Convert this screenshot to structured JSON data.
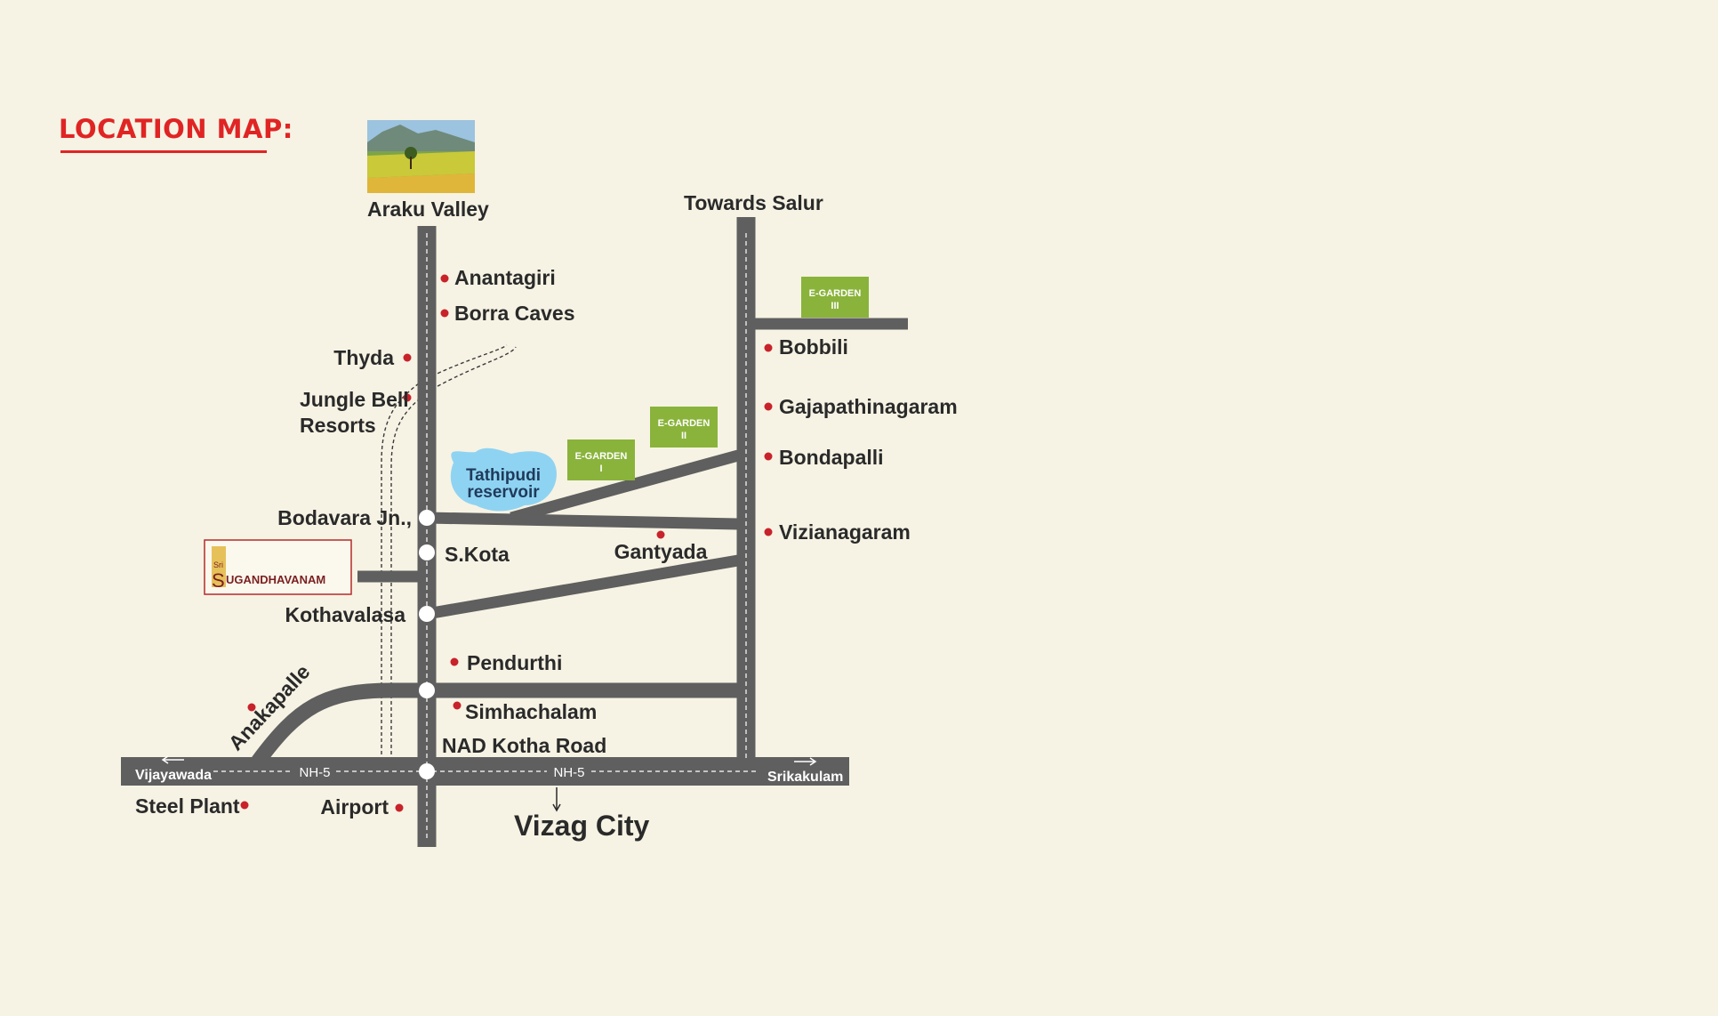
{
  "title": "LOCATION MAP:",
  "colors": {
    "background": "#f6f3e4",
    "road": "#5f5f5f",
    "marker": "#c8222a",
    "title": "#e02424",
    "egarden": "#8ab33b",
    "reservoir": "#8fd3f2",
    "project_border": "#b52a2a"
  },
  "places": {
    "araku_valley": "Araku Valley",
    "towards_salur": "Towards Salur",
    "anantagiri": "Anantagiri",
    "borra_caves": "Borra Caves",
    "thyda": "Thyda",
    "jungle_bell_1": "Jungle Bell",
    "jungle_bell_2": "Resorts",
    "tathipudi_1": "Tathipudi",
    "tathipudi_2": "reservoir",
    "bodavara": "Bodavara Jn.,",
    "skota": "S.Kota",
    "gantyada": "Gantyada",
    "kothavalasa": "Kothavalasa",
    "pendurthi": "Pendurthi",
    "simhachalam": "Simhachalam",
    "nad_kotha_road": "NAD Kotha Road",
    "anakapalle": "Anakapalle",
    "vijayawada": "Vijayawada",
    "srikakulam": "Srikakulam",
    "steel_plant": "Steel Plant",
    "airport": "Airport",
    "vizag_city": "Vizag City",
    "bobbili": "Bobbili",
    "gajapathinagaram": "Gajapathinagaram",
    "bondapalli": "Bondapalli",
    "vizianagaram": "Vizianagaram",
    "nh5_left": "NH-5",
    "nh5_right": "NH-5"
  },
  "egardens": {
    "one_line1": "E-GARDEN",
    "one_line2": "I",
    "two_line1": "E-GARDEN",
    "two_line2": "II",
    "three_line1": "E-GARDEN",
    "three_line2": "III"
  },
  "project": {
    "prefix": "Sri",
    "initial": "S",
    "name": "UGANDHAVANAM"
  }
}
